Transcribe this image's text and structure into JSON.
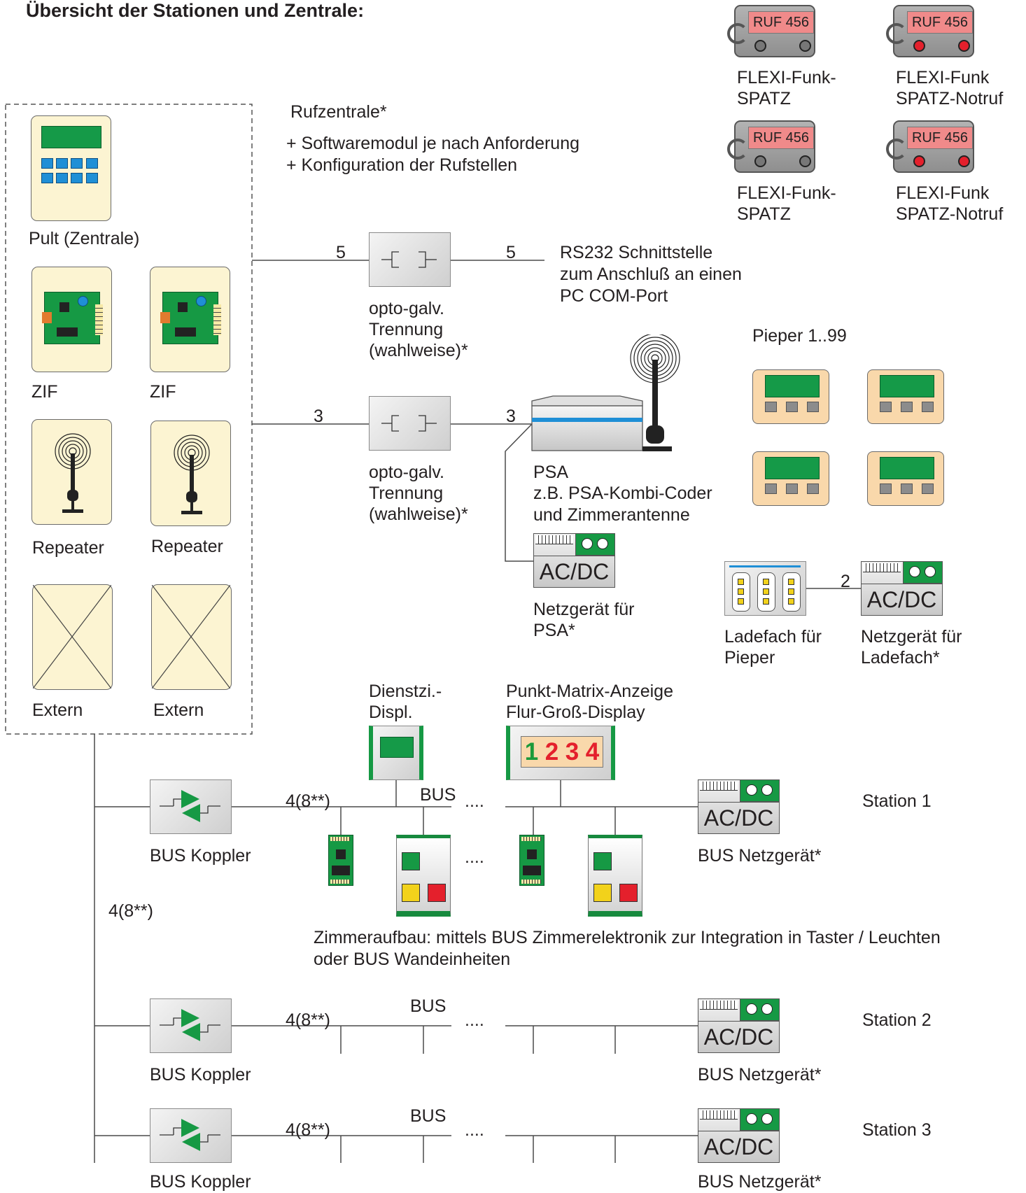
{
  "title": "Übersicht der Stationen und Zentrale:",
  "zentrale": {
    "pult_label": "Pult (Zentrale)",
    "zif_label": "ZIF",
    "repeater_label": "Repeater",
    "extern_label": "Extern"
  },
  "rufzentrale": {
    "heading": "Rufzentrale*",
    "line1": "+ Softwaremodul je nach Anforderung",
    "line2": "+ Konfiguration der Rufstellen"
  },
  "flexi": {
    "display_text": "RUF 456",
    "funk_line1": "FLEXI-Funk-",
    "funk_line2": "SPATZ",
    "notruf_line1": "FLEXI-Funk",
    "notruf_line2": "SPATZ-Notruf"
  },
  "opto": {
    "line1": "opto-galv.",
    "line2": "Trennung",
    "line3": "(wahlweise)*",
    "wires_top": "5",
    "wires_bottom": "3"
  },
  "rs232": {
    "line1": "RS232 Schnittstelle",
    "line2": "zum Anschluß an einen",
    "line3": "PC COM-Port"
  },
  "psa": {
    "line1": "PSA",
    "line2": "z.B. PSA-Kombi-Coder",
    "line3": "und Zimmerantenne",
    "psu_line1": "Netzgerät für",
    "psu_line2": "PSA*"
  },
  "pieper": {
    "heading": "Pieper 1..99",
    "ladefach_line1": "Ladefach für",
    "ladefach_line2": "Pieper",
    "psu_line1": "Netzgerät für",
    "psu_line2": "Ladefach*",
    "wires": "2"
  },
  "acdc_label": "AC/DC",
  "displays": {
    "dienst_line1": "Dienstzi.-",
    "dienst_line2": "Displ.",
    "matrix_line1": "Punkt-Matrix-Anzeige",
    "matrix_line2": "Flur-Groß-Display",
    "digits": [
      "1",
      "2",
      "3",
      "4"
    ],
    "digit_colors": [
      "#1b9a3b",
      "#e4202c",
      "#e4202c",
      "#e4202c"
    ]
  },
  "bus": {
    "label": "BUS",
    "dots": "....",
    "wires": "4(8**)",
    "koppler_label": "BUS Koppler",
    "netzgeraet_label": "BUS Netzgerät*"
  },
  "stations": [
    "Station 1",
    "Station 2",
    "Station 3"
  ],
  "zimmeraufbau": {
    "line1": "Zimmeraufbau: mittels BUS Zimmerelektronik zur Integration in Taster / Leuchten",
    "line2": "oder BUS Wandeinheiten"
  },
  "colors": {
    "green": "#169944",
    "blue": "#1f8fd6",
    "cream": "#fcf4d2",
    "peach": "#f9d8ab",
    "red_display": "#f08a8a"
  }
}
